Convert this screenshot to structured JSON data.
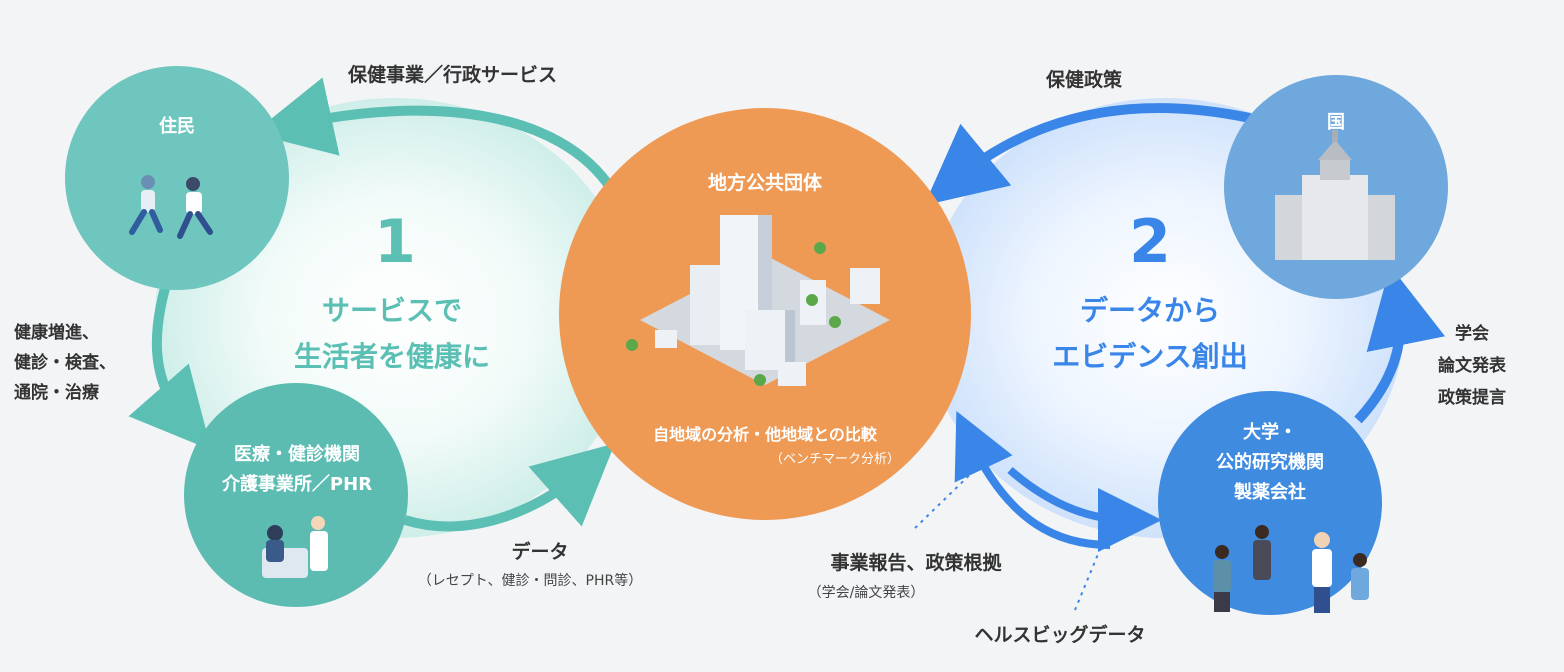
{
  "cycle1": {
    "number": "1",
    "line1": "サービスで",
    "line2": "生活者を健康に"
  },
  "cycle2": {
    "number": "2",
    "line1": "データから",
    "line2": "エビデンス創出"
  },
  "nodes": {
    "residents": {
      "title": "住民"
    },
    "medical": {
      "line1": "医療・健診機関",
      "line2": "介護事業所／PHR"
    },
    "local_gov": {
      "title": "地方公共団体",
      "caption": "自地域の分析・他地域との比較",
      "subcaption": "（ベンチマーク分析）"
    },
    "national": {
      "title": "国"
    },
    "university": {
      "line1": "大学・",
      "line2": "公的研究機関",
      "line3": "製薬会社"
    }
  },
  "arrows": {
    "health_services": "保健事業／行政サービス",
    "health_promotion": [
      "健康増進、",
      "健診・検査、",
      "通院・治療"
    ],
    "data": "データ",
    "data_detail": "（レセプト、健診・問診、PHR等）",
    "health_policy": "保健政策",
    "academic": [
      "学会",
      "論文発表",
      "政策提言"
    ],
    "business_report": "事業報告、政策根拠",
    "business_report_detail": "（学会/論文発表）",
    "health_big_data": "ヘルスビッグデータ"
  },
  "colors": {
    "teal_node": "#6fc6be",
    "teal_arrow": "#5bbfb4",
    "orange_node": "#ee9a55",
    "blue_node_light": "#6fa8dc",
    "blue_node": "#3f8be0",
    "blue_arrow": "#3a86e8"
  }
}
